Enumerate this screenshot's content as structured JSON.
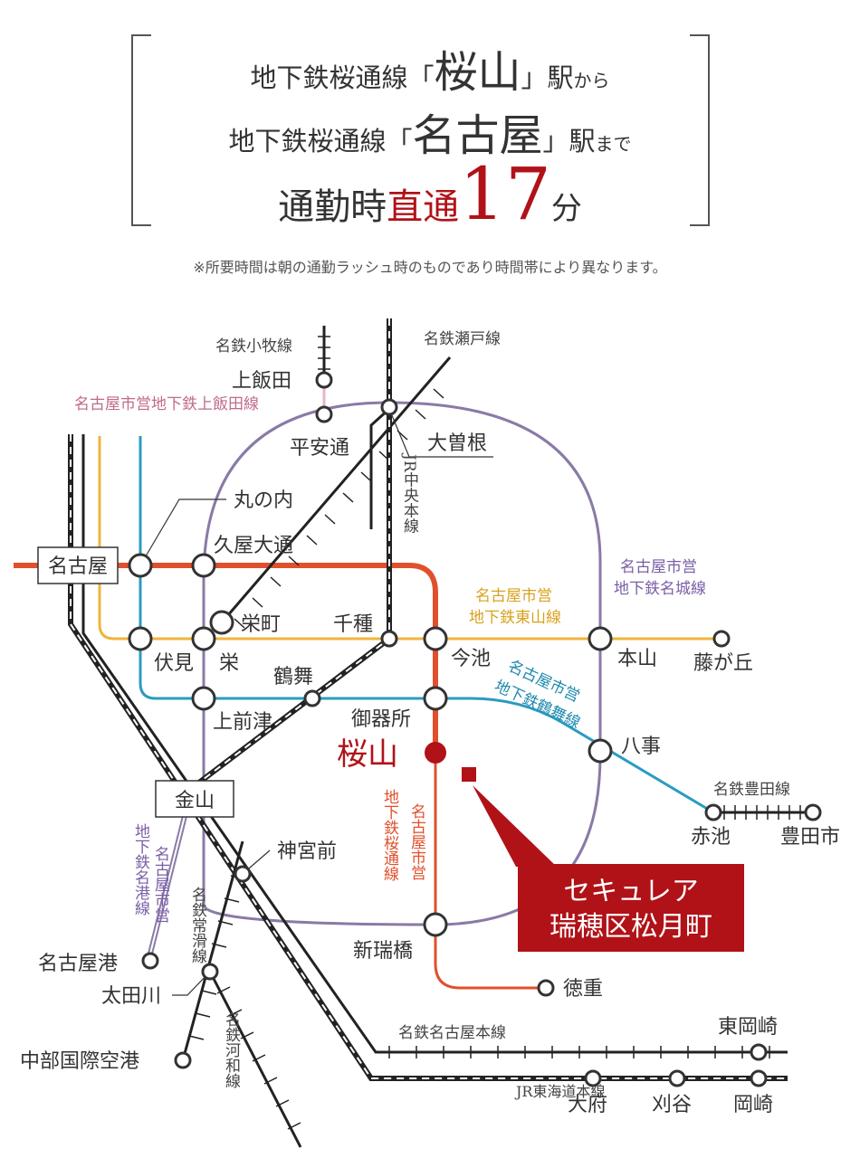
{
  "header": {
    "line1_a": "地下鉄桜通線「",
    "line1_b": "桜山",
    "line1_c": "」駅",
    "line1_d": "から",
    "line2_a": "地下鉄桜通線「",
    "line2_b": "名古屋",
    "line2_c": "」駅",
    "line2_d": "まで",
    "line3_a": "通勤時",
    "line3_b": "直通",
    "line3_c": "17",
    "line3_d": "分",
    "note": "※所要時間は朝の通勤ラッシュ時のものであり時間帯により異なります。"
  },
  "colors": {
    "sakura": "#e0502c",
    "higashiyama": "#f0b43c",
    "tsurumai": "#2a9cc0",
    "meijo": "#8a7aa6",
    "kamiiida": "#e8b4c8",
    "accent": "#b01218"
  },
  "stations": {
    "nagoya": "名古屋",
    "kanayama": "金山",
    "marunouchi": "丸の内",
    "hisaya": "久屋大通",
    "sakaemachi": "栄町",
    "sakae": "栄",
    "fushimi": "伏見",
    "chikusa": "千種",
    "imaike": "今池",
    "motoyama": "本山",
    "fujigaoka": "藤が丘",
    "tsurumai": "鶴舞",
    "kamimaezu": "上前津",
    "gokiso": "御器所",
    "sakurayama": "桜山",
    "yagoto": "八事",
    "akaike": "赤池",
    "toyotashi": "豊田市",
    "jingumae": "神宮前",
    "shinmizuhobashi": "新瑞橋",
    "tokushige": "徳重",
    "nagoyako": "名古屋港",
    "otagawa": "太田川",
    "centrair": "中部国際空港",
    "higashiokazaki": "東岡崎",
    "obu": "大府",
    "kariya": "刈谷",
    "okazaki": "岡崎",
    "kamiiida": "上飯田",
    "heiando": "平安通",
    "ozone": "大曽根"
  },
  "lines": {
    "komaki": "名鉄小牧線",
    "seto": "名鉄瀬戸線",
    "kamiiida": "名古屋市営地下鉄上飯田線",
    "chuo": "JR中央本線",
    "meijo": [
      "名古屋市営",
      "地下鉄名城線"
    ],
    "higashiyama": [
      "名古屋市営",
      "地下鉄東山線"
    ],
    "tsurumai": [
      "名古屋市営",
      "地下鉄鶴舞線"
    ],
    "toyota": "名鉄豊田線",
    "sakura": [
      "名古屋市営",
      "地下鉄桜通線"
    ],
    "meikou": [
      "名古屋市営",
      "地下鉄名港線"
    ],
    "tokoname": "名鉄常滑線",
    "kowa": "名鉄河和線",
    "meitetsu_main": "名鉄名古屋本線",
    "tokaido": "JR東海道本線"
  },
  "property": [
    "セキュレア",
    "瑞穂区松月町"
  ]
}
